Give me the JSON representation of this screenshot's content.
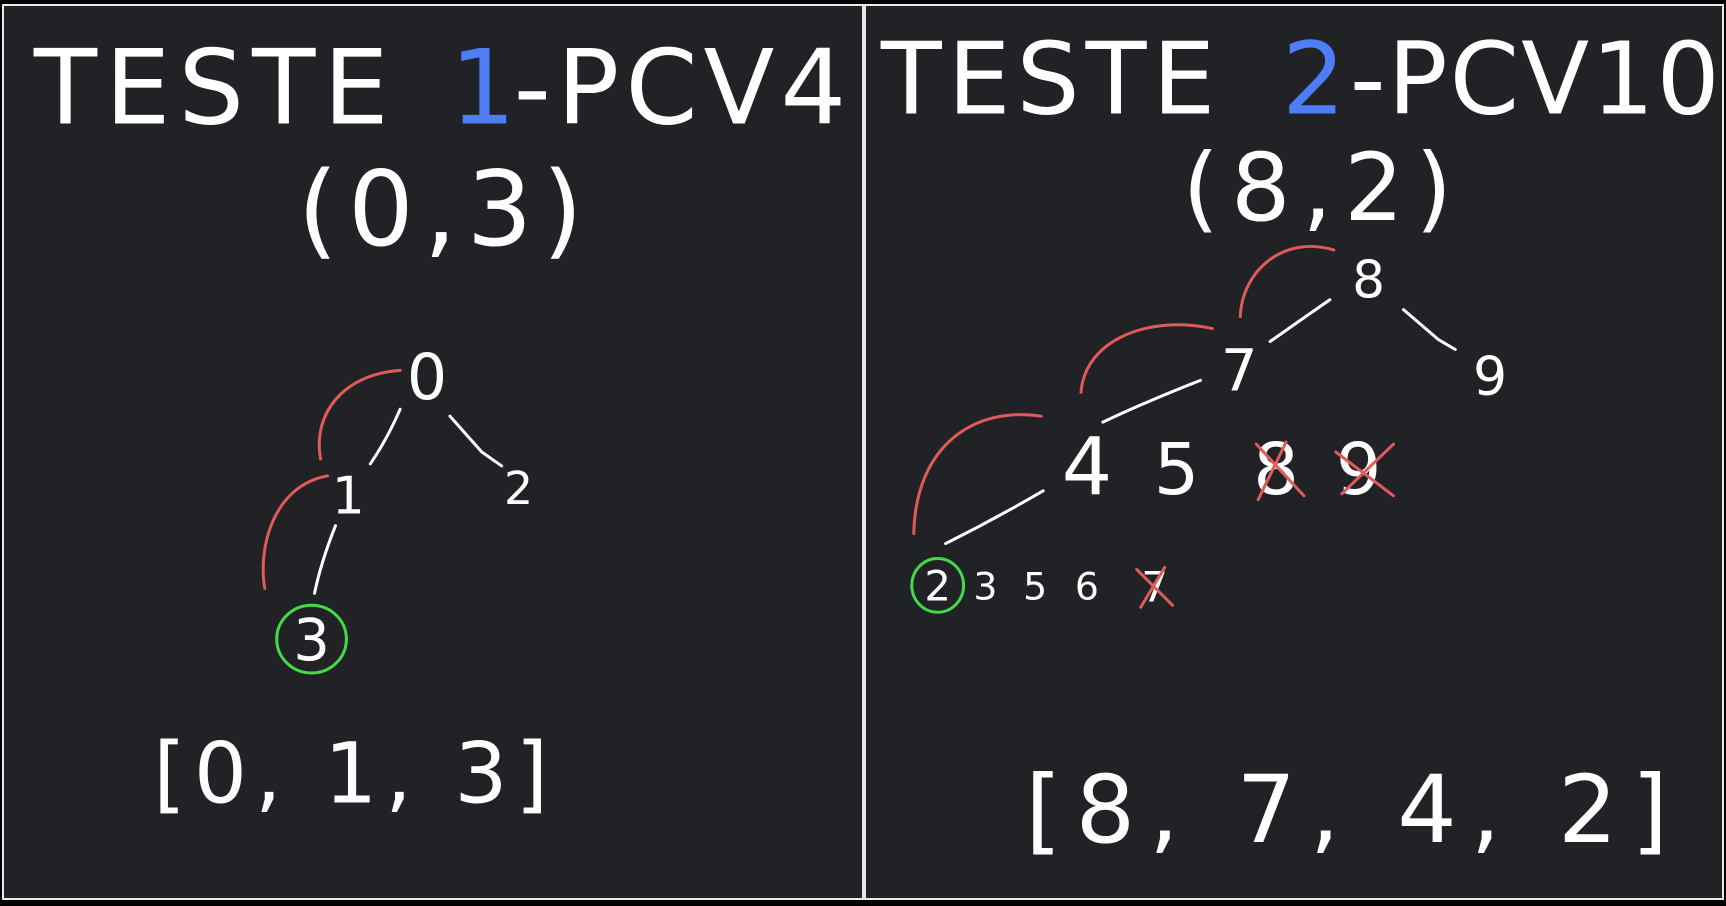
{
  "colors": {
    "background": "#212226",
    "chalk": "#ffffff",
    "accent_blue": "#4f7df5",
    "edge_red": "#e05a5a",
    "goal_green": "#45d94a"
  },
  "left": {
    "title": {
      "prefix": "TESTE",
      "number": "1",
      "suffix": "-PCV4"
    },
    "pair": "(0,3)",
    "nodes": {
      "root": "0",
      "mid": "1",
      "right": "2",
      "goal": "3"
    },
    "result": "[0, 1, 3]"
  },
  "right": {
    "title": {
      "prefix": "TESTE",
      "number": "2",
      "suffix": "-PCV10"
    },
    "pair": "(8,2)",
    "nodes": {
      "root": "8",
      "right": "9",
      "mid": "7",
      "lvl2_a": "4",
      "lvl2_b": "5",
      "lvl2_c_crossed": "8",
      "lvl2_d_crossed": "9",
      "goal": "2",
      "lvl3_b": "3",
      "lvl3_c": "5",
      "lvl3_d": "6",
      "lvl3_e_crossed": "7"
    },
    "result": "[8, 7, 4, 2]"
  }
}
